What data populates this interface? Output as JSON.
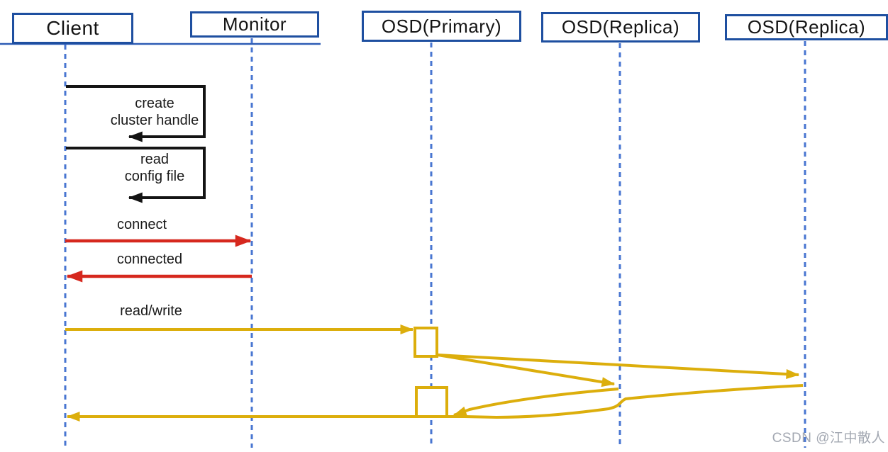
{
  "diagram_type": "sequence-diagram",
  "actors": [
    {
      "label": "Client"
    },
    {
      "label": "Monitor"
    },
    {
      "label": "OSD(Primary)"
    },
    {
      "label": "OSD(Replica)"
    },
    {
      "label": "OSD(Replica)"
    }
  ],
  "messages": {
    "create_cluster_handle": {
      "line1": "create",
      "line2": "cluster handle",
      "from": "Client",
      "to": "Client",
      "kind": "self-loop"
    },
    "read_config_file": {
      "line1": "read",
      "line2": "config file",
      "from": "Client",
      "to": "Client",
      "kind": "self-loop"
    },
    "connect": {
      "label": "connect",
      "from": "Client",
      "to": "Monitor"
    },
    "connected": {
      "label": "connected",
      "from": "Monitor",
      "to": "Client"
    },
    "read_write": {
      "label": "read/write",
      "from": "Client",
      "to": "OSD(Primary)"
    },
    "replicate_to_replica_1": {
      "label": "",
      "from": "OSD(Primary)",
      "to": "OSD(Replica)"
    },
    "replicate_to_replica_2": {
      "label": "",
      "from": "OSD(Primary)",
      "to": "OSD(Replica)"
    },
    "ack_from_replica_1": {
      "label": "",
      "from": "OSD(Replica)",
      "to": "OSD(Primary)"
    },
    "ack_from_replica_2": {
      "label": "",
      "from": "OSD(Replica)",
      "to": "OSD(Primary)"
    },
    "ack_to_client": {
      "label": "",
      "from": "OSD(Primary)",
      "to": "Client"
    }
  },
  "colors": {
    "actor_border": "#1e4fa0",
    "lifeline_blue": "#4876d1",
    "self_loop_black": "#141414",
    "monitor_flow_red": "#d6281e",
    "osd_flow_yellow": "#dcae0c",
    "watermark_gray": "#a3a8b2"
  },
  "watermark": {
    "text": "CSDN @江中散人"
  }
}
